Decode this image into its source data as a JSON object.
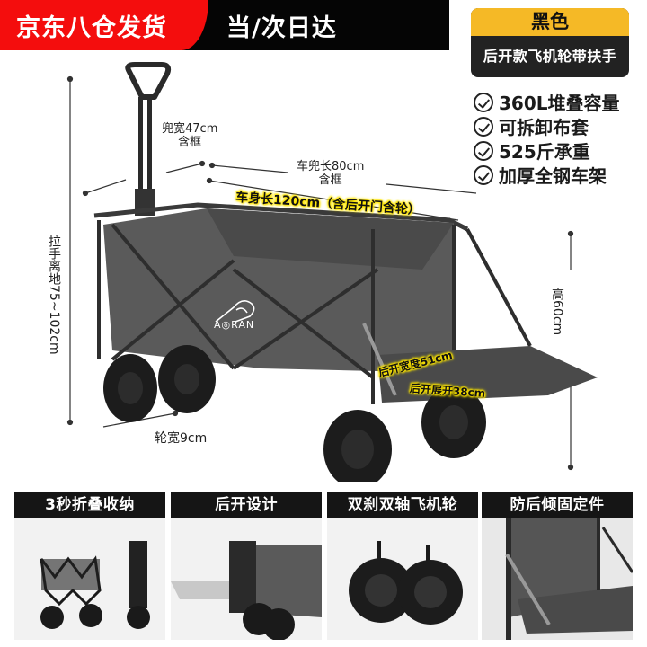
{
  "banner": {
    "left_text": "京东八仓发货",
    "right_text": "当/次日达",
    "colors": {
      "red": "#f40d0d",
      "black": "#050505"
    }
  },
  "variant_badge": {
    "color_label": "黑色",
    "model_label": "后开款飞机轮带扶手",
    "colors": {
      "top": "#f5b926",
      "bottom": "#222222"
    }
  },
  "features": [
    {
      "icon": "check-circle-icon",
      "text": "360L堆叠容量"
    },
    {
      "icon": "check-circle-icon",
      "text": "可拆卸布套"
    },
    {
      "icon": "check-circle-icon",
      "text": "525斤承重"
    },
    {
      "icon": "check-circle-icon",
      "text": "加厚全钢车架"
    }
  ],
  "product": {
    "brand": "A◎RAN",
    "dimensions": {
      "basket_width_line1": "兜宽47cm",
      "basket_width_line2": "含框",
      "basket_length_line1": "车兜长80cm",
      "basket_length_line2": "含框",
      "body_length": "车身长120cm（含后开门含轮）",
      "handle_height": "拉手离地75~102cm",
      "height": "高60cm",
      "rear_width": "后开宽度51cm",
      "rear_extension": "后开展开38cm",
      "wheel_width": "轮宽9cm"
    },
    "highlight_color": "#ffe600"
  },
  "tiles": [
    {
      "title": "3秒折叠收纳"
    },
    {
      "title": "后开设计"
    },
    {
      "title": "双刹双轴飞机轮"
    },
    {
      "title": "防后倾固定件"
    }
  ]
}
